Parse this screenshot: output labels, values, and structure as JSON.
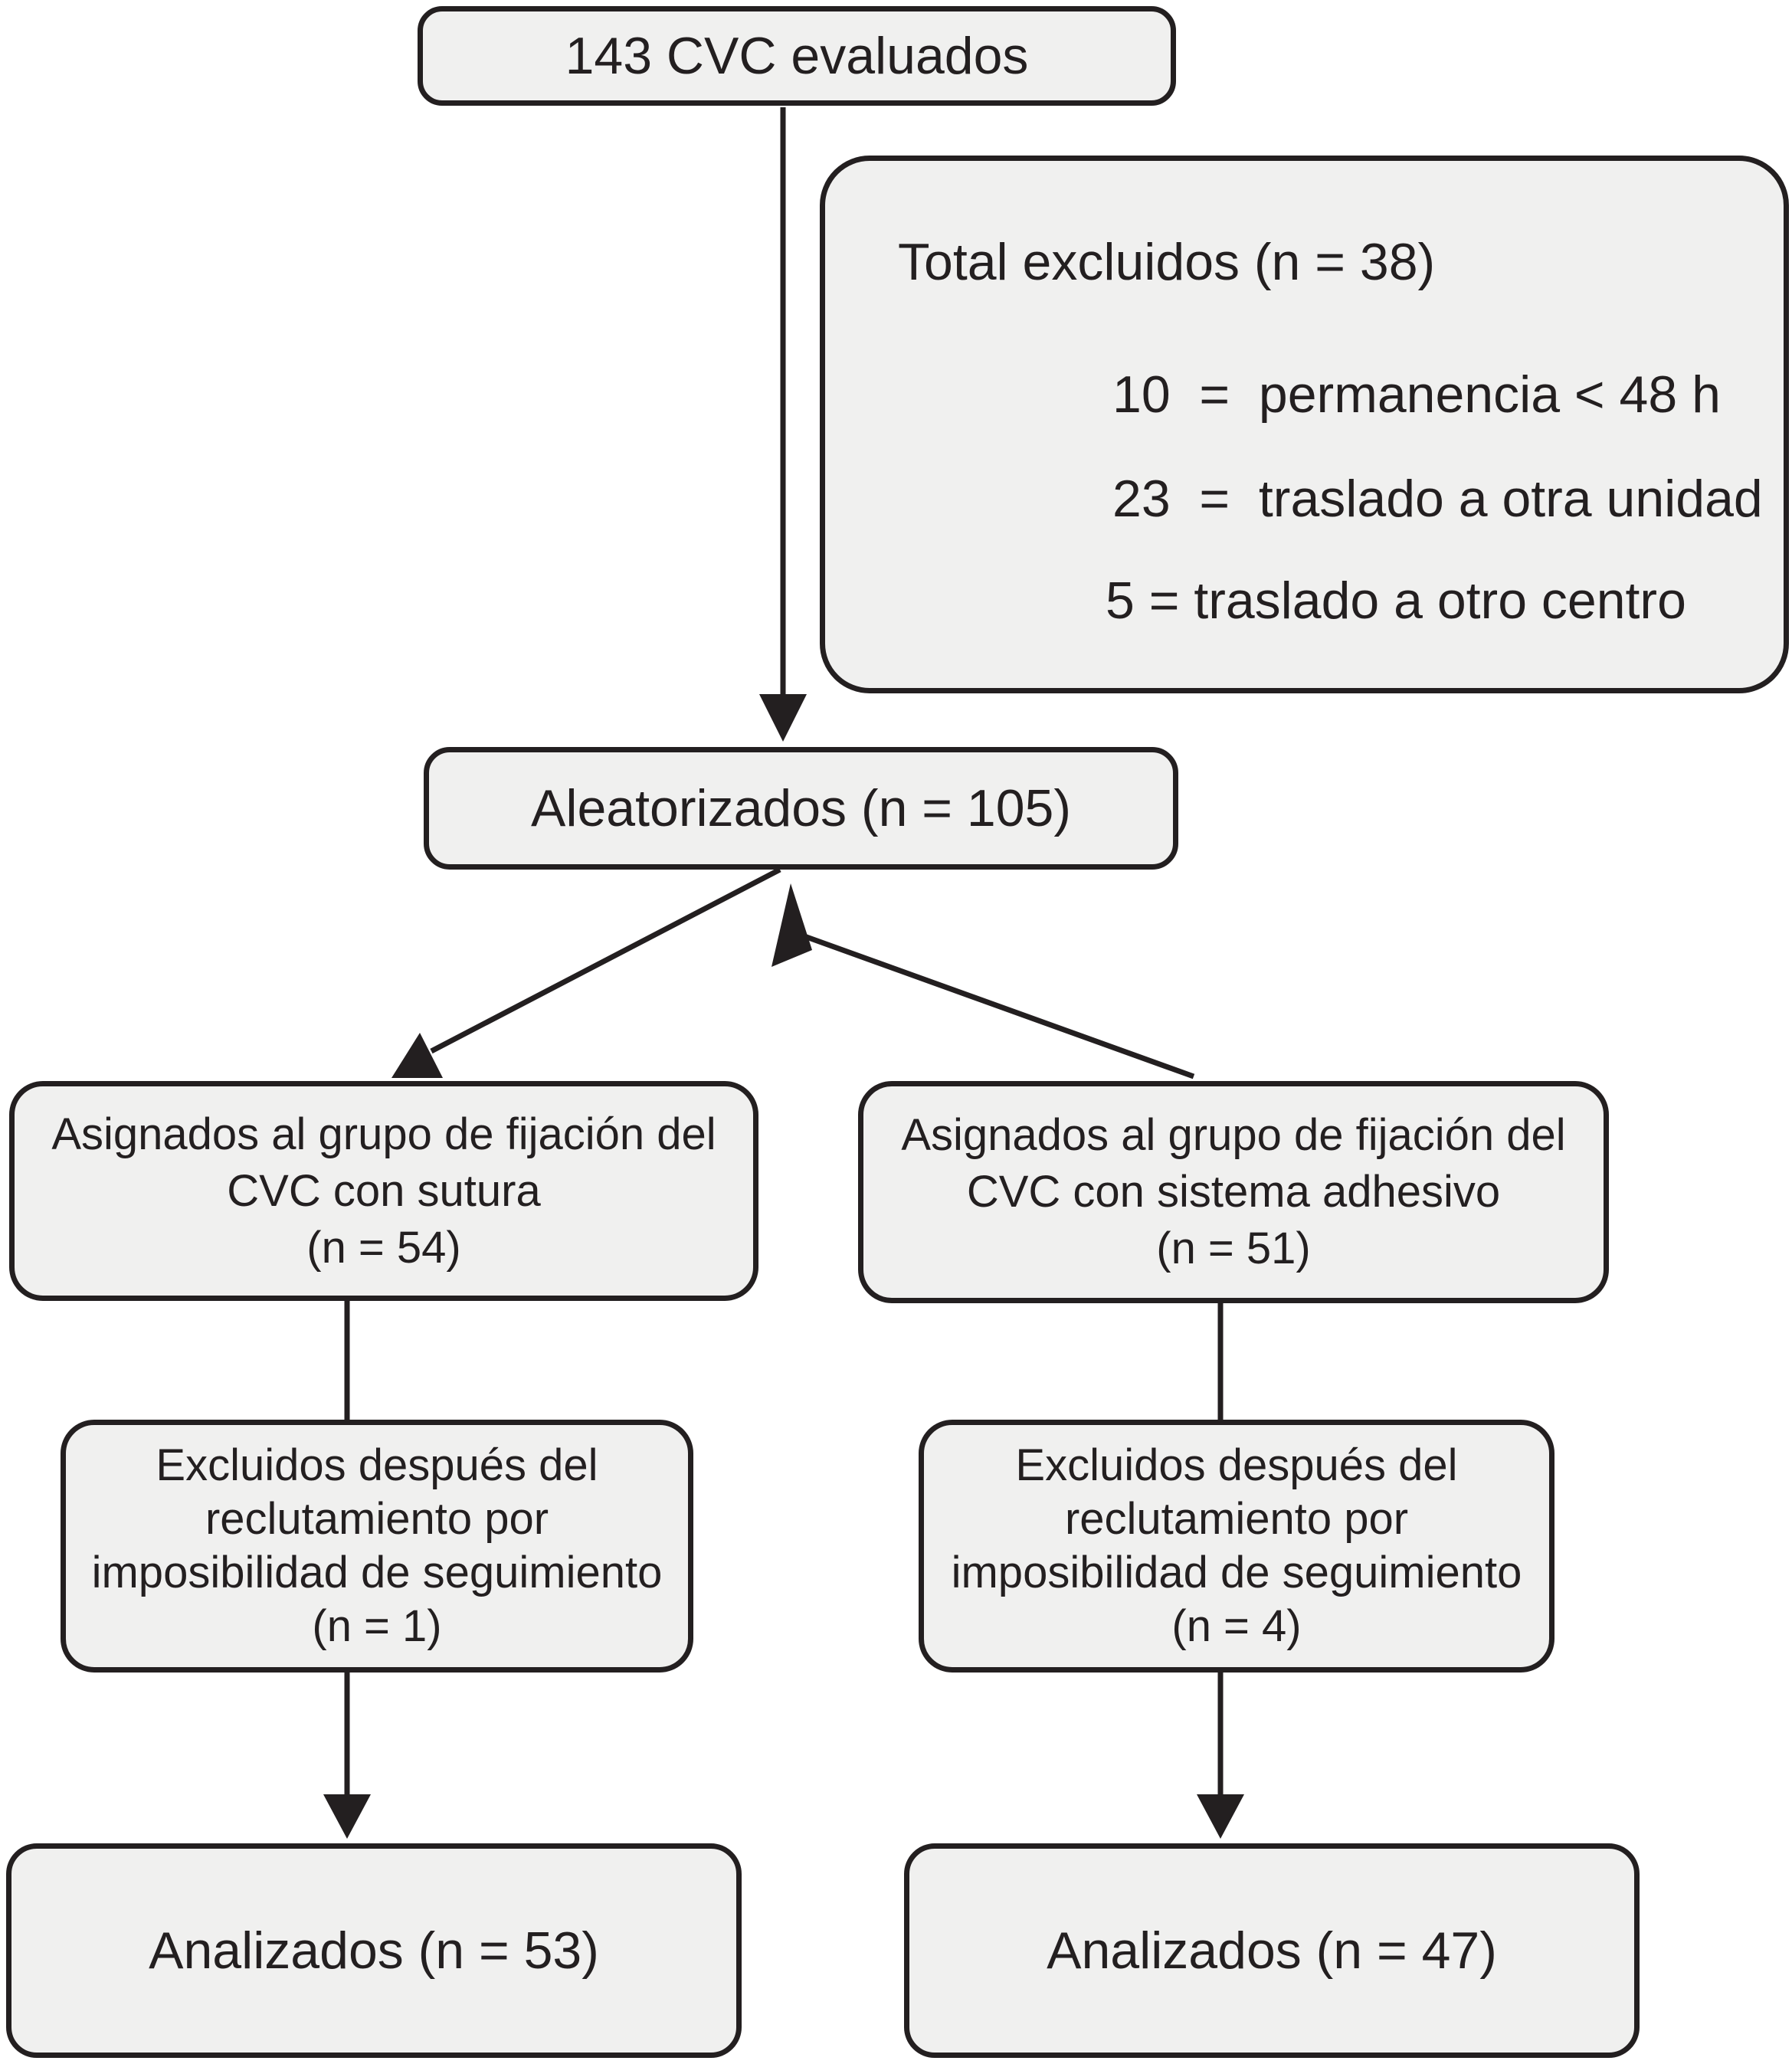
{
  "figure": {
    "type": "consort-flowchart",
    "language": "es"
  },
  "colors": {
    "background": "#ffffff",
    "box_fill": "#f0f0ef",
    "box_border": "#231f20",
    "connector": "#231f20",
    "text": "#231f20"
  },
  "flowchart": {
    "evaluated": {
      "label": "143 CVC evaluados"
    },
    "exclusions": {
      "title": "Total excluidos (n = 38)",
      "items": [
        "10  =  permanencia < 48 h",
        "23  =  traslado a otra unidad",
        "5 = traslado a otro centro"
      ]
    },
    "randomized": {
      "label": "Aleatorizados (n = 105)"
    },
    "suture_group": {
      "lines": [
        "Asignados al grupo de fijación del",
        "CVC con sutura",
        "(n = 54)"
      ]
    },
    "adhesive_group": {
      "lines": [
        "Asignados al grupo de fijación del",
        "CVC con sistema adhesivo",
        "(n = 51)"
      ]
    },
    "suture_excluded": {
      "lines": [
        "Excluidos después del",
        "reclutamiento por",
        "imposibilidad de seguimiento",
        "(n = 1)"
      ]
    },
    "adhesive_excluded": {
      "lines": [
        "Excluidos después del",
        "reclutamiento por",
        "imposibilidad de seguimiento",
        "(n = 4)"
      ]
    },
    "suture_analyzed": {
      "label": "Analizados (n = 53)"
    },
    "adhesive_analyzed": {
      "label": "Analizados (n = 47)"
    }
  }
}
